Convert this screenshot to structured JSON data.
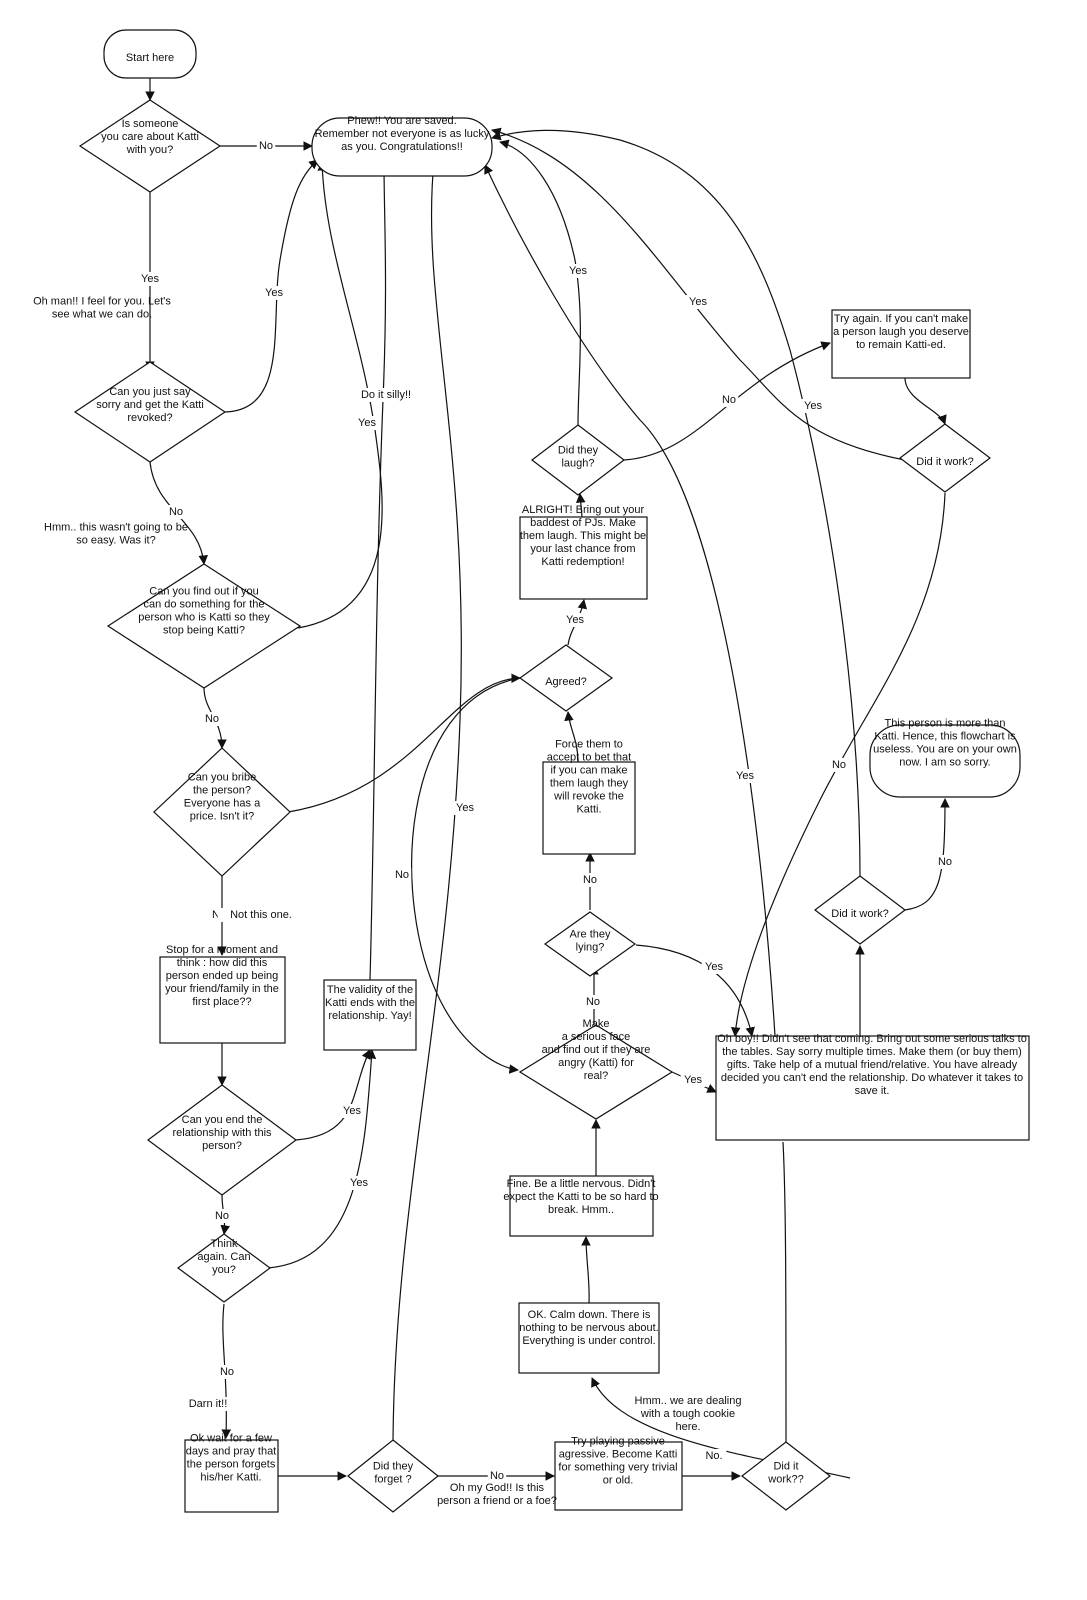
{
  "nodes": {
    "start": "Start here",
    "saved": [
      "Phew!! You are saved.",
      "Remember not everyone is as lucky",
      "as you. Congratulations!!"
    ],
    "q_care": [
      "Is someone",
      "you care about Katti",
      "with you?"
    ],
    "note_feel": [
      "Oh man!! I feel for you. Let's",
      "see what we can do."
    ],
    "q_sorry": [
      "Can you just say",
      "sorry and get the Katti",
      "revoked?"
    ],
    "note_easy": [
      "Hmm.. this wasn't going to be",
      "so easy. Was it?"
    ],
    "q_findout": [
      "Can you find out if you",
      "can do something for the",
      "person who is Katti so they",
      "stop being Katti?"
    ],
    "q_bribe": [
      "Can you bribe",
      "the person?",
      "Everyone has a",
      "price. Isn't it?"
    ],
    "stop_think": [
      "Stop for a moment and",
      "think : how did this",
      "person ended up being",
      "your friend/family in the",
      "first place??"
    ],
    "validity": [
      "The validity of the",
      "Katti ends with the",
      "relationship. Yay!"
    ],
    "q_end": [
      "Can you end the",
      "relationship with this",
      "person?"
    ],
    "q_think": [
      "Think",
      "again. Can",
      "you?"
    ],
    "wait": [
      "Ok wait for a few",
      "days and pray that",
      "the person forgets",
      "his/her Katti."
    ],
    "q_forget": [
      "Did they",
      "forget ?"
    ],
    "passive": [
      "Try playing passive",
      "agressive. Become Katti",
      "for something very trivial",
      "or old."
    ],
    "q_work_bottom": [
      "Did it",
      "work??"
    ],
    "calm": [
      "OK. Calm down. There is",
      "nothing to be nervous about.",
      "Everything is under control."
    ],
    "nervous": [
      "Fine. Be a little nervous. Didn't",
      "expect the Katti to be so hard to",
      "break.  Hmm.."
    ],
    "q_serious": [
      "Make",
      "a serious face",
      "and find out if they are",
      "angry (Katti) for",
      "real?"
    ],
    "q_lying": [
      "Are they",
      "lying?"
    ],
    "force": [
      "Force them to",
      "accept to bet that",
      "if you can make",
      "them laugh they",
      "will revoke the",
      "Katti."
    ],
    "q_agreed": [
      "Agreed?"
    ],
    "alright": [
      "ALRIGHT! Bring out your",
      "baddest of PJs. Make",
      "them laugh. This might be",
      "your last chance from",
      "Katti redemption!"
    ],
    "q_laugh": [
      "Did they",
      "laugh?"
    ],
    "try_again": [
      "Try again. If you can't make",
      "a person laugh you deserve",
      "to remain Katti-ed."
    ],
    "q_work_top": [
      "Did it work?"
    ],
    "ohboy": [
      "Oh boy!! Didn't see that coming. Bring out some serious talks to",
      "the tables. Say sorry multiple times. Make them (or buy them)",
      "gifts. Take help of a mutual friend/relative.  You have already",
      "decided you can't end the relationship. Do whatever it takes to",
      "save it."
    ],
    "q_work_mid": [
      "Did it work?"
    ],
    "useless": [
      "This person is more than",
      "Katti. Hence, this flowchart is",
      "useless. You are on your own",
      "now. I am so sorry."
    ]
  },
  "edge_labels": {
    "care_no": "No",
    "care_yes": "Yes",
    "sorry_yes": "Yes",
    "sorry_no": "No",
    "findout_yes": "Yes",
    "findout_do_it": "Do it silly!!",
    "findout_no": "No",
    "bribe_no": "No",
    "bribe_no_comment": "Not this one.",
    "bribe_yes": "Yes",
    "end_yes": "Yes",
    "end_no": "No",
    "think_yes": "Yes",
    "think_no": "No",
    "darn": "Darn it!!",
    "forget_yes": "Yes",
    "forget_no": "No",
    "friend_or_foe": [
      "Oh my God!! Is this",
      "person a friend or a foe?"
    ],
    "agreed_no": "No",
    "agreed_yes": "Yes",
    "laugh_yes": "Yes",
    "laugh_no": "No",
    "worktop_yes": "Yes",
    "workmid_yes": "Yes",
    "workmid_no": "No",
    "worktop_no": "No",
    "serious_yes": "Yes",
    "serious_no": "No",
    "lying_yes": "Yes",
    "lying_no": "No",
    "ohboy_yes": "Yes",
    "bottom_no": "No.",
    "tough_cookie": [
      "Hmm.. we are dealing",
      "with a tough cookie",
      "here."
    ]
  }
}
